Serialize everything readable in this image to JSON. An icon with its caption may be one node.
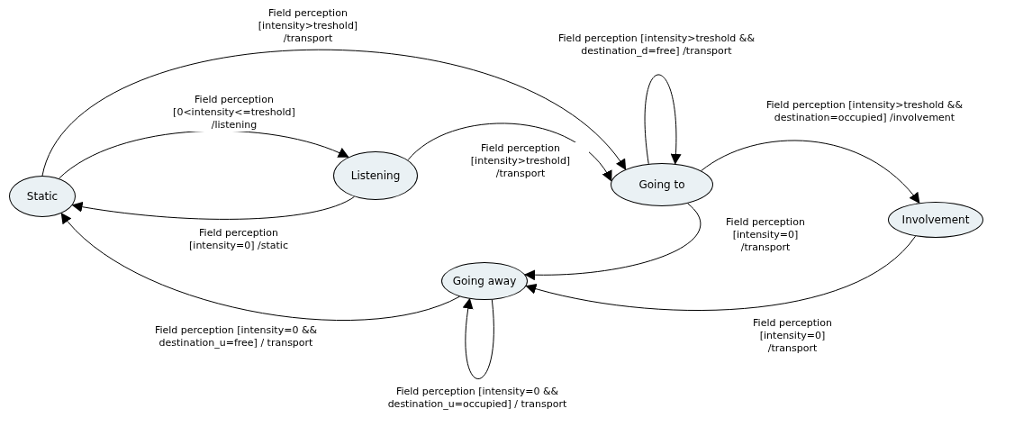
{
  "diagram": {
    "nodes": [
      {
        "text": [
          "Static"
        ]
      },
      {
        "text": [
          "Listening"
        ]
      },
      {
        "text": [
          "Going to"
        ]
      },
      {
        "text": [
          "Involvement"
        ]
      },
      {
        "text": [
          "Going away"
        ]
      }
    ],
    "edges": [
      {
        "from": 0,
        "to": 2,
        "arrow": "to",
        "label": "Field perception [intensity>treshold] /transport"
      },
      {
        "from": 0,
        "to": 1,
        "arrow": "to",
        "label": "Field perception [0<intensity<=treshold] /listening"
      },
      {
        "from": 1,
        "to": 0,
        "arrow": "to",
        "label": "Field perception [intensity=0] /static"
      },
      {
        "from": 1,
        "to": 2,
        "arrow": "to",
        "label": "Field perception [intensity>treshold] /transport"
      },
      {
        "from": 2,
        "to": 2,
        "arrow": "to",
        "label": "Field perception [intensity>treshold && destination_d=free] /transport"
      },
      {
        "from": 2,
        "to": 3,
        "arrow": "to",
        "label": "Field perception [intensity>treshold && destination=occupied] /involvement"
      },
      {
        "from": 2,
        "to": 4,
        "arrow": "to",
        "label": "Field perception [intensity=0] /transport"
      },
      {
        "from": 3,
        "to": 4,
        "arrow": "to",
        "label": "Field perception [intensity=0] /transport"
      },
      {
        "from": 4,
        "to": 0,
        "arrow": "to",
        "label": "Field perception [intensity=0 && destination_u=free] / transport"
      },
      {
        "from": 4,
        "to": 4,
        "arrow": "to",
        "label": "Field perception [intensity=0 && destination_u=occupied] / transport"
      }
    ]
  }
}
